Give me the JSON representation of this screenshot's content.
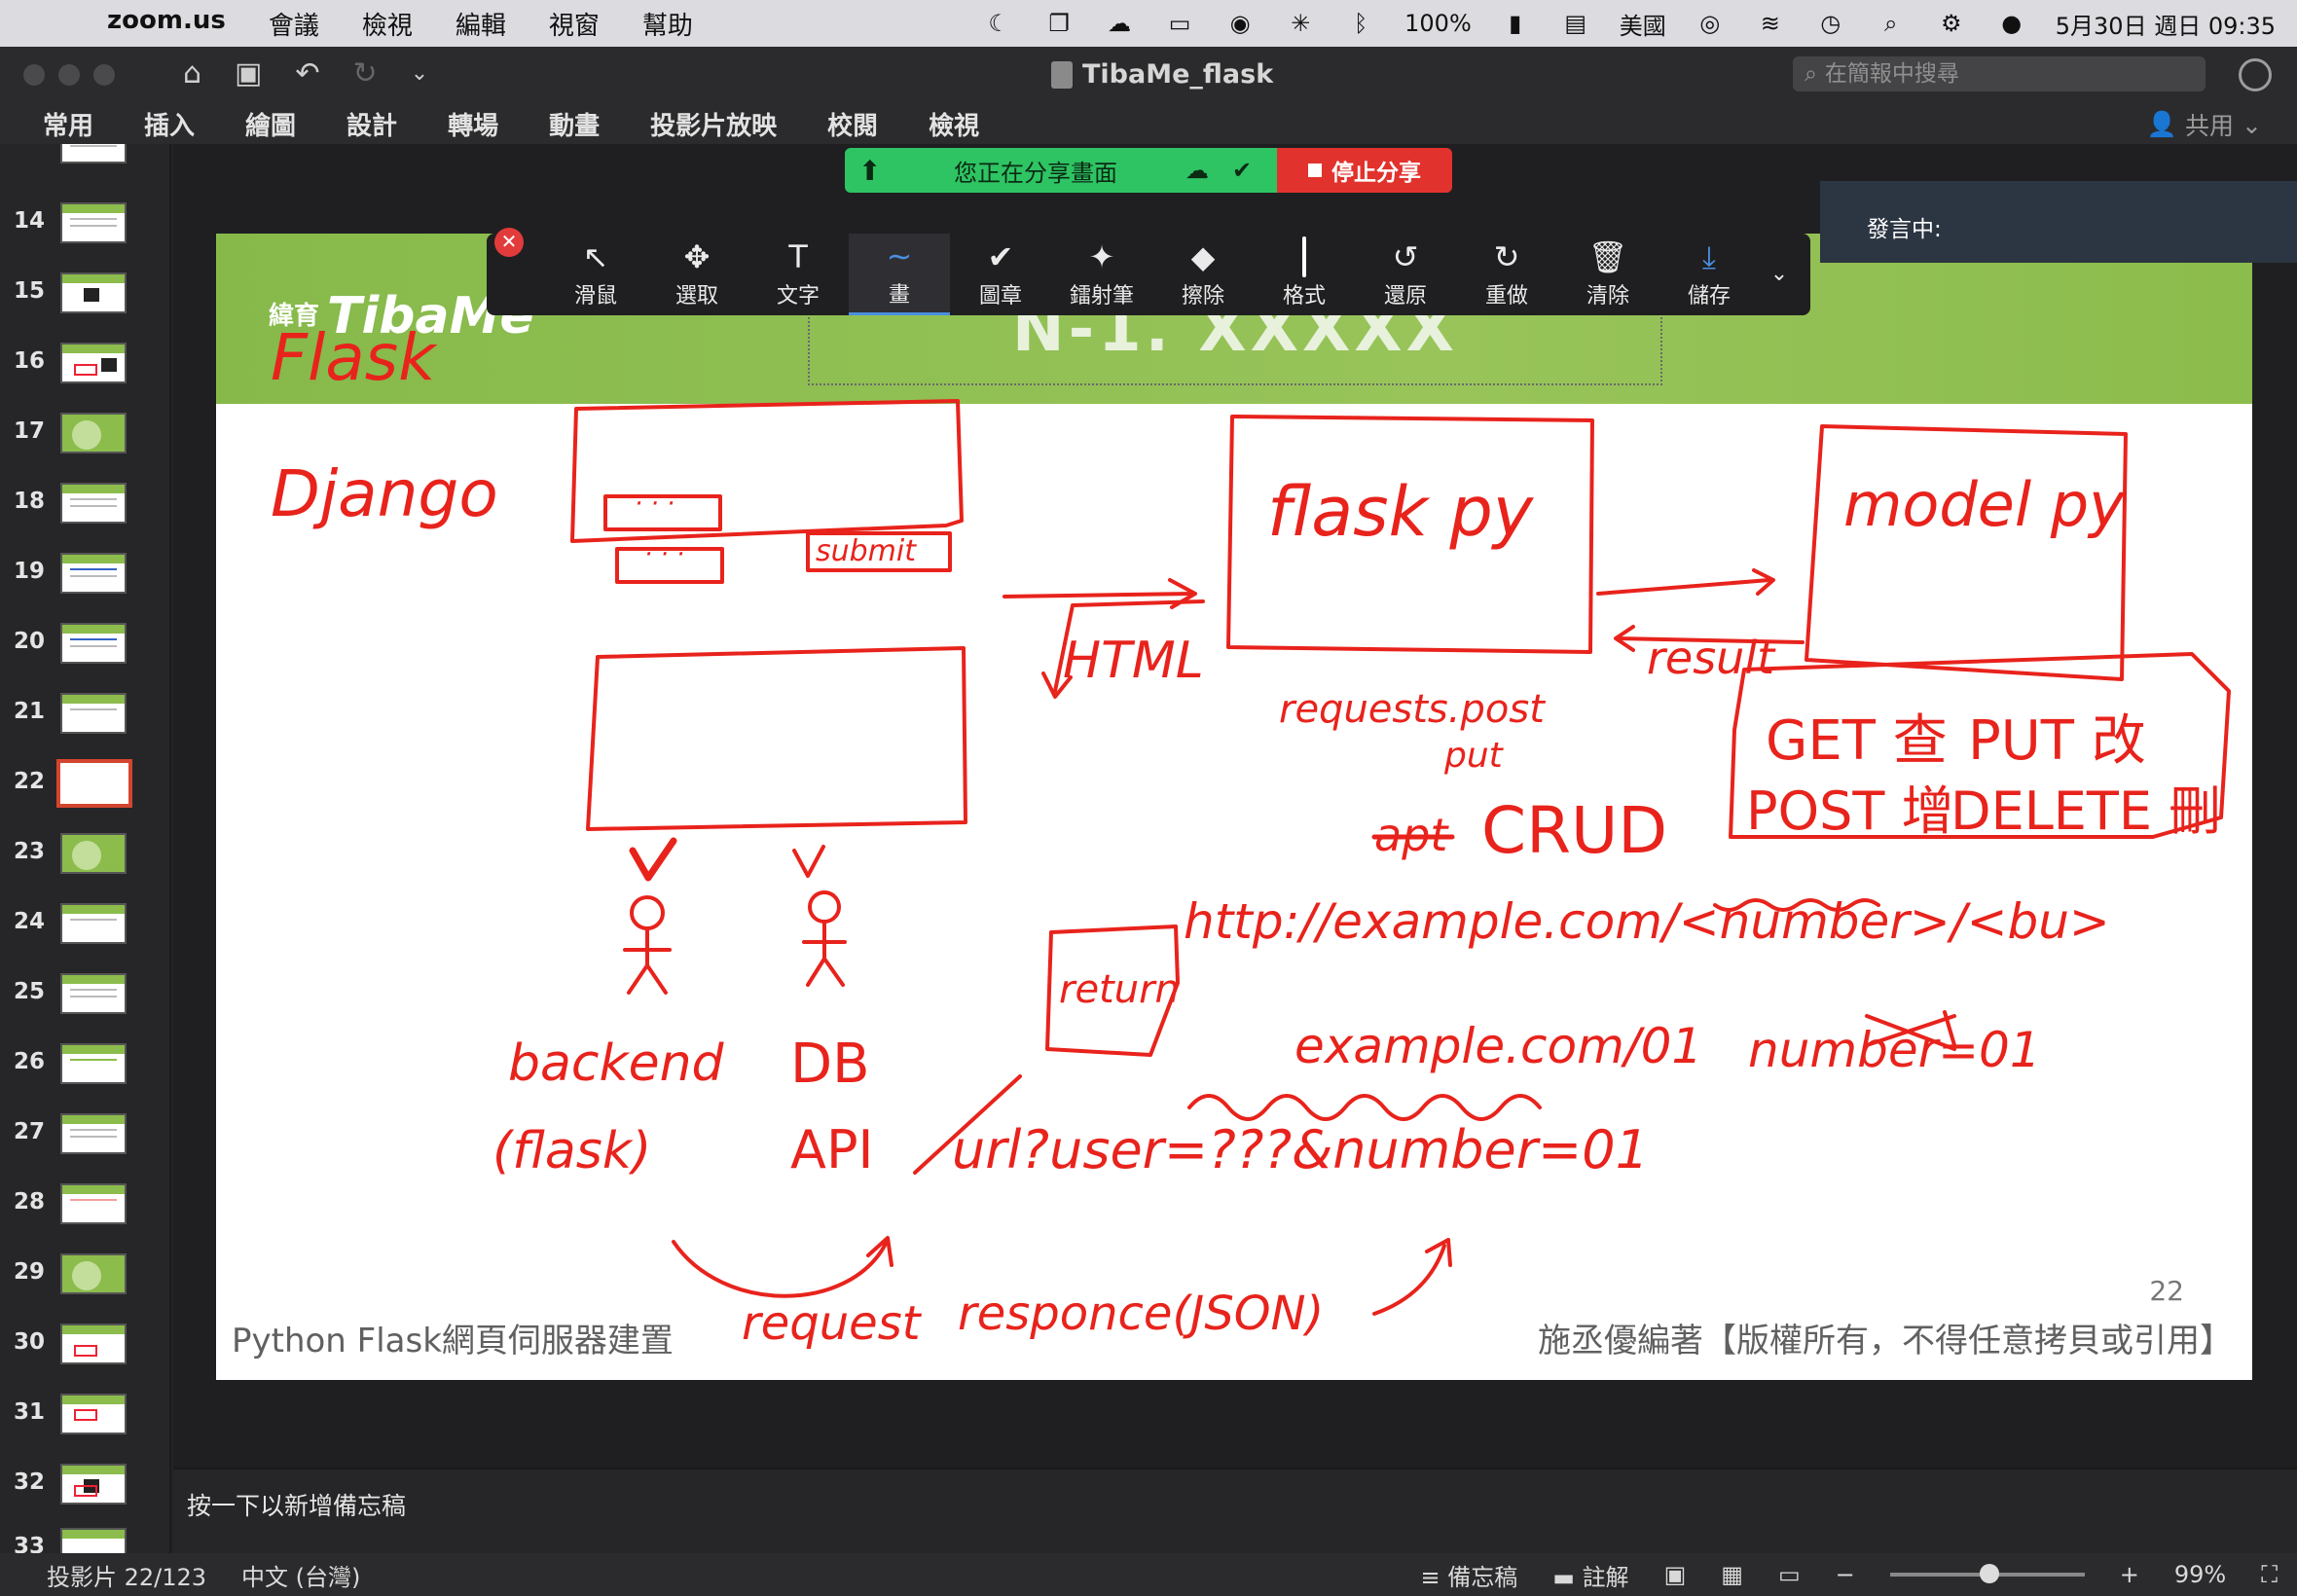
{
  "menubar": {
    "app": "zoom.us",
    "items": [
      "會議",
      "檢視",
      "編輯",
      "視窗",
      "幫助"
    ],
    "battery": "100%",
    "input_method": "美國",
    "clock": "5月30日 週日 09:35"
  },
  "window": {
    "doc_title": "TibaMe_flask",
    "search_placeholder": "在簡報中搜尋",
    "share_label": "共用"
  },
  "ribbon": {
    "tabs": [
      "常用",
      "插入",
      "繪圖",
      "設計",
      "轉場",
      "動畫",
      "投影片放映",
      "校閱",
      "檢視"
    ]
  },
  "thumbnails": {
    "numbers": [
      "14",
      "15",
      "16",
      "17",
      "18",
      "19",
      "20",
      "21",
      "22",
      "23",
      "24",
      "25",
      "26",
      "27",
      "28",
      "29",
      "30",
      "31",
      "32",
      "33"
    ],
    "selected": "22"
  },
  "zoom": {
    "sharing_text": "您正在分享畫面",
    "stop_share": "停止分享",
    "speaking_label": "發言中:",
    "tools": [
      {
        "icon": "↖",
        "label": "滑鼠"
      },
      {
        "icon": "✥",
        "label": "選取"
      },
      {
        "icon": "T",
        "label": "文字"
      },
      {
        "icon": "∼",
        "label": "畫"
      },
      {
        "icon": "✔",
        "label": "圖章"
      },
      {
        "icon": "✦",
        "label": "鐳射筆"
      },
      {
        "icon": "◆",
        "label": "擦除"
      },
      {
        "icon": "■",
        "label": "格式"
      },
      {
        "icon": "↺",
        "label": "還原"
      },
      {
        "icon": "↻",
        "label": "重做"
      },
      {
        "icon": "🗑",
        "label": "清除"
      },
      {
        "icon": "⤓",
        "label": "儲存"
      }
    ]
  },
  "slide": {
    "logo_small": "緯育",
    "logo": "TibaMe",
    "title": "N-1. XXXXX",
    "footer_left": "Python Flask網頁伺服器建置",
    "footer_right": "施丞優編著【版權所有，不得任意拷貝或引用】",
    "page_number": "22",
    "ink_text": {
      "flask": "Flask",
      "django": "Django",
      "submit": "submit",
      "flask_py": "flask py",
      "model_py": "model py",
      "html": "HTML",
      "result": "result",
      "requests": "requests.post",
      "put": "put",
      "apt": "apt",
      "crud": "CRUD",
      "get": "GET 查",
      "put_edit": "PUT 改",
      "post": "POST 增",
      "delete": "DELETE 刪",
      "url1": "http://example.com/<number>/<bu>",
      "url2": "example.com/01",
      "number01": "number=01",
      "backend": "backend",
      "flask_paren": "(flask)",
      "db": "DB",
      "api": "API",
      "return": "return",
      "query": "url?user=???&number=01",
      "request": "request",
      "response": "responce(JSON)"
    }
  },
  "notes": {
    "placeholder": "按一下以新增備忘稿"
  },
  "status": {
    "slide_indicator": "投影片 22/123",
    "language": "中文 (台灣)",
    "notes_btn": "備忘稿",
    "comments_btn": "註解",
    "zoom_level": "99%"
  }
}
